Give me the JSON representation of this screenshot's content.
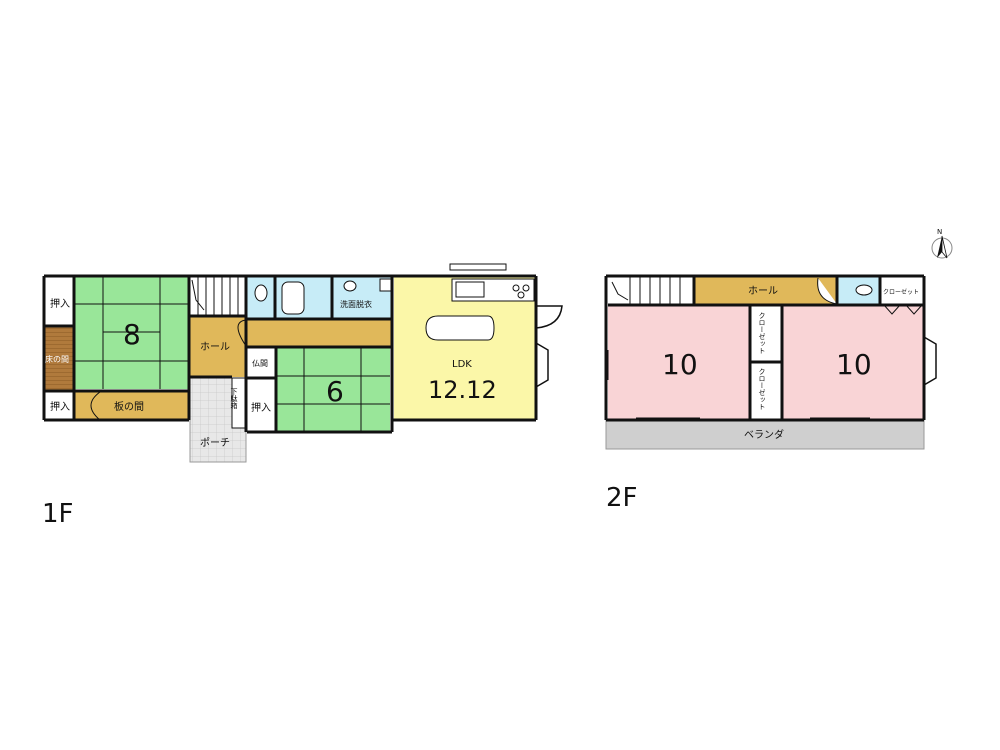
{
  "floor_1": {
    "floor_label": "1F",
    "rooms": {
      "oshiire_top": "押入",
      "tatami8": "8",
      "tokonoma": "床の間",
      "oshiire_bottom": "押入",
      "itanoma": "板の間",
      "hall": "ホール",
      "butsuma": "仏間",
      "getabako": "下駄箱",
      "oshiire_mid": "押入",
      "porch": "ポーチ",
      "tatami6": "6",
      "senmen": "洗面脱衣",
      "ldk_label": "LDK",
      "ldk_size": "12.12"
    }
  },
  "floor_2": {
    "floor_label": "2F",
    "rooms": {
      "hall": "ホール",
      "closet_small": "クローゼット",
      "closet_a": "クローゼット",
      "closet_b": "クローゼット",
      "room_left": "10",
      "room_right": "10",
      "veranda": "ベランダ"
    }
  },
  "compass": {
    "north": "N"
  },
  "colors": {
    "tatami": "#99e699",
    "wood": "#e0b85a",
    "ldk": "#fbf7a8",
    "bath": "#c7ecf7",
    "bedroom": "#f9d4d6",
    "veranda": "#cfcfcf",
    "porch": "#e3e3e3"
  }
}
